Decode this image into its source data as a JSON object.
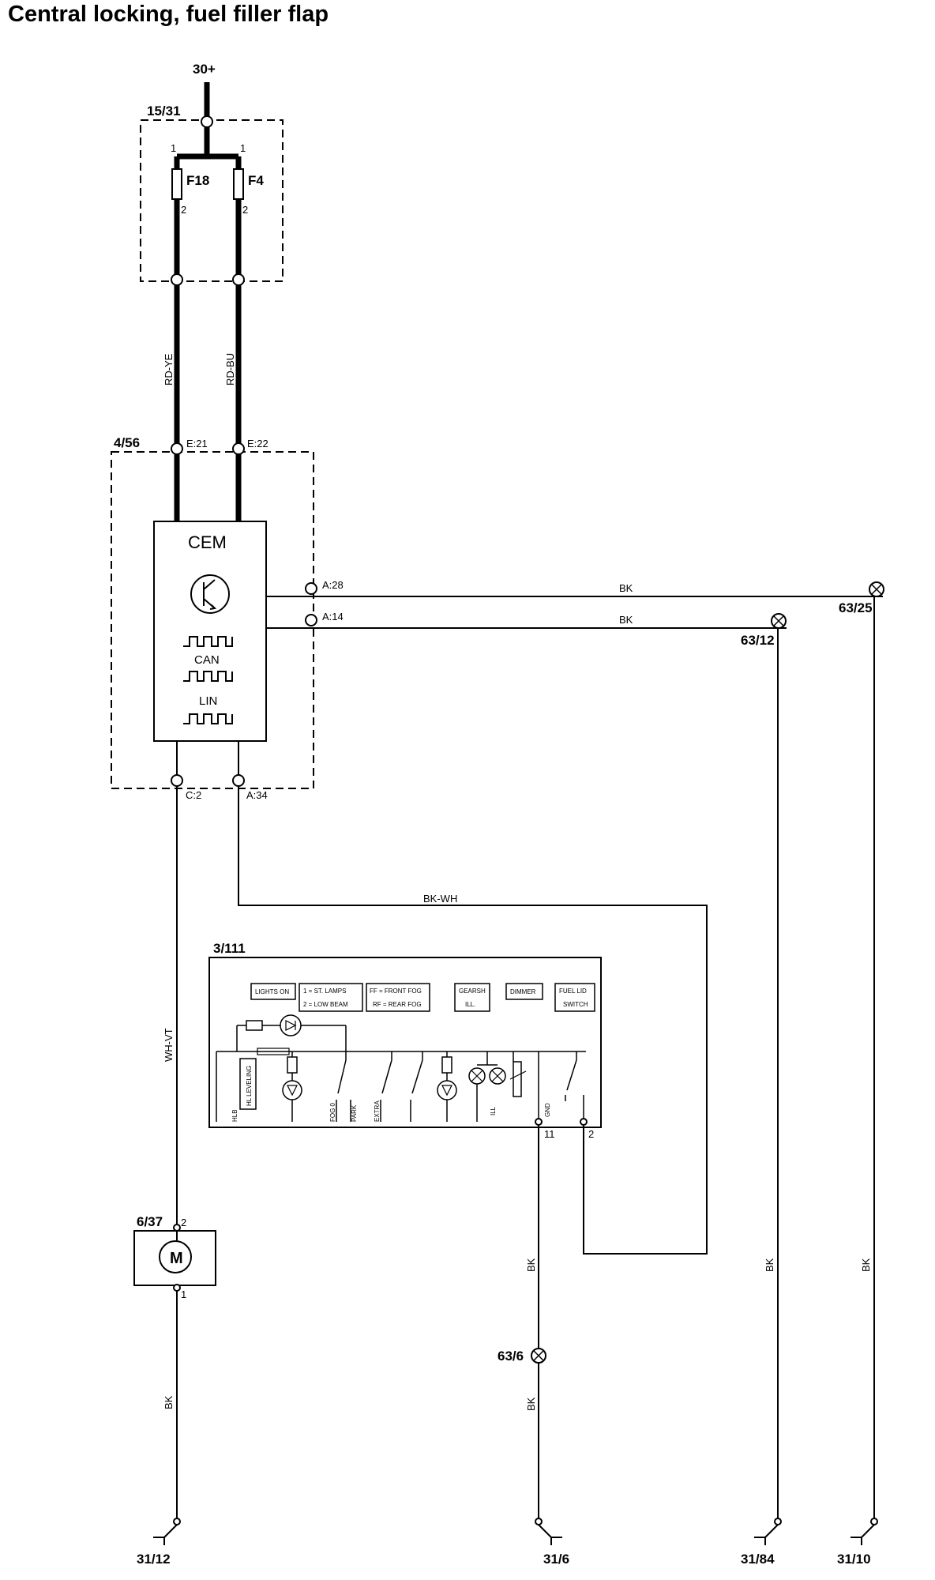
{
  "title": "Central locking, fuel filler flap",
  "supply": "30+",
  "fusebox": {
    "id": "15/31",
    "fuses": [
      {
        "name": "F18",
        "pin_top": "1",
        "pin_bottom": "2"
      },
      {
        "name": "F4",
        "pin_top": "1",
        "pin_bottom": "2"
      }
    ]
  },
  "wires": {
    "rd_ye": "RD-YE",
    "rd_bu": "RD-BU",
    "bk": "BK",
    "bk_wh": "BK-WH",
    "wh_vt": "WH-VT"
  },
  "cem": {
    "id": "4/56",
    "name": "CEM",
    "can": "CAN",
    "lin": "LIN",
    "pins": {
      "e21": "E:21",
      "e22": "E:22",
      "a28": "A:28",
      "a14": "A:14",
      "c2": "C:2",
      "a34": "A:34"
    }
  },
  "switch_panel": {
    "id": "3/111",
    "boxes": {
      "lights_on": "LIGHTS ON",
      "st_lamps": "1 = ST. LAMPS",
      "low_beam": "2 = LOW BEAM",
      "front_fog": "FF = FRONT FOG",
      "rear_fog": "RF = REAR FOG",
      "gearsh": "GEARSH",
      "ill": "ILL.",
      "dimmer": "DIMMER",
      "fuel_lid": "FUEL LID",
      "switch": "SWITCH"
    },
    "terminals": {
      "hlb": "HLB",
      "hl_leveling": "HL LEVELING",
      "fog_0": "FOG 0",
      "park": "PARK",
      "extra": "EXTRA",
      "gnd": "GND",
      "ill_l": "ILL"
    },
    "pins": {
      "gnd": "11",
      "switch": "2"
    }
  },
  "motor": {
    "id": "6/37",
    "symbol": "M",
    "pin_top": "2",
    "pin_bottom": "1"
  },
  "splices": {
    "s63_25": "63/25",
    "s63_12": "63/12",
    "s63_6": "63/6"
  },
  "grounds": {
    "g31_12": "31/12",
    "g31_6": "31/6",
    "g31_84": "31/84",
    "g31_10": "31/10"
  }
}
